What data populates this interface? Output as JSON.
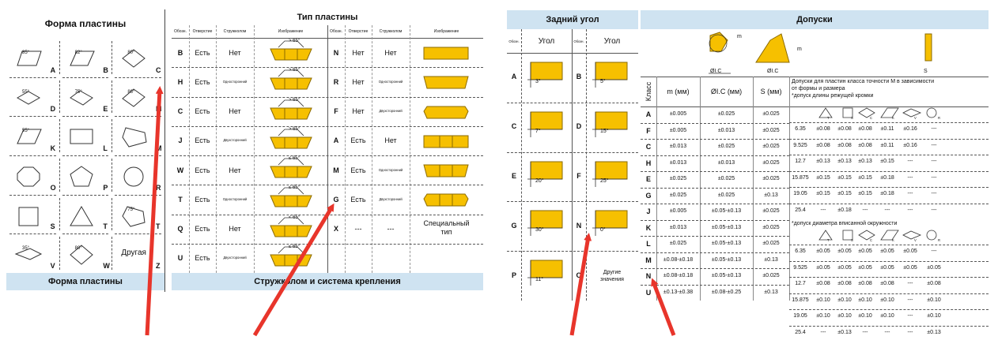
{
  "panel1": {
    "header": "Форма пластины",
    "footer": "Форма пластины",
    "codes": [
      "A",
      "B",
      "C",
      "D",
      "E",
      "M",
      "K",
      "L",
      "M",
      "O",
      "P",
      "R",
      "S",
      "T",
      "T",
      "V",
      "W",
      "Z"
    ],
    "angles": [
      "85°",
      "82°",
      "80°",
      "55°",
      "75°",
      "86°",
      "55°",
      "",
      "",
      "",
      "",
      "",
      "",
      "",
      "75°",
      "35°",
      "80°",
      ""
    ],
    "other": "Другая"
  },
  "panel2": {
    "header": "Тип пластины",
    "footer": "Стружколом и система крепления",
    "col_headers": [
      "Обозн.",
      "Отверстие",
      "Стружколом",
      "Изображение",
      "Обозн.",
      "Отверстие",
      "Стружколом",
      "Изображение"
    ],
    "rows": [
      {
        "code": "B",
        "hole": "Есть",
        "chip": "Нет",
        "ang": "> 65°",
        "code2": "N",
        "hole2": "Нет",
        "chip2": "Нет"
      },
      {
        "code": "H",
        "hole": "Есть",
        "chip": "Односторонний",
        "ang": "> 65°",
        "code2": "R",
        "hole2": "Нет",
        "chip2": "Односторонний"
      },
      {
        "code": "C",
        "hole": "Есть",
        "chip": "Нет",
        "ang": "> 65°",
        "code2": "F",
        "hole2": "Нет",
        "chip2": "Двухсторонний"
      },
      {
        "code": "J",
        "hole": "Есть",
        "chip": "Двухсторонний",
        "ang": "> 65°",
        "code2": "A",
        "hole2": "Есть",
        "chip2": "Нет"
      },
      {
        "code": "W",
        "hole": "Есть",
        "chip": "Нет",
        "ang": "≤ 65°",
        "code2": "M",
        "hole2": "Есть",
        "chip2": "Односторонний"
      },
      {
        "code": "T",
        "hole": "Есть",
        "chip": "Односторонний",
        "ang": "≤ 65°",
        "code2": "G",
        "hole2": "Есть",
        "chip2": "Двухсторонний"
      },
      {
        "code": "Q",
        "hole": "Есть",
        "chip": "Нет",
        "ang": "< 65°",
        "code2": "X",
        "hole2": "---",
        "chip2": "---"
      },
      {
        "code": "U",
        "hole": "Есть",
        "chip": "Двухсторонний",
        "ang": "≤ 65°",
        "code2": "",
        "hole2": "",
        "chip2": ""
      }
    ],
    "special": [
      "Специальный",
      "тип"
    ]
  },
  "panel3": {
    "header": "Задний угол",
    "col_headers": [
      "Обозн.",
      "Угол",
      "Обозн.",
      "Угол"
    ],
    "left": [
      {
        "code": "A",
        "ang": "3°"
      },
      {
        "code": "C",
        "ang": "7°"
      },
      {
        "code": "E",
        "ang": "20°"
      },
      {
        "code": "G",
        "ang": "30°"
      },
      {
        "code": "P",
        "ang": "11°"
      }
    ],
    "right": [
      {
        "code": "B",
        "ang": "5°"
      },
      {
        "code": "D",
        "ang": "15°"
      },
      {
        "code": "F",
        "ang": "25°"
      },
      {
        "code": "N",
        "ang": "0°"
      },
      {
        "code": "O",
        "ang": ""
      }
    ],
    "other": [
      "Другие",
      "значения"
    ]
  },
  "panel4": {
    "header": "Допуски",
    "fig_labels": [
      "m",
      "ØI.C",
      "m",
      "ØI.C",
      "S"
    ],
    "col_headers": [
      "Класс",
      "m (мм)",
      "ØI.C (мм)",
      "S (мм)"
    ],
    "note_lines": [
      "Допуски для пластин класса точности М в зависимости",
      "от формы и размера",
      "*допуск длины режущей кромки"
    ],
    "note2": "*допуск диаметра вписанной окружности",
    "sub_symbols": [
      "T",
      "S",
      "C",
      "K",
      "V",
      "R"
    ],
    "rows": [
      {
        "cls": "A",
        "m": "±0.005",
        "ic": "±0.025",
        "s": "±0.025"
      },
      {
        "cls": "F",
        "m": "±0.005",
        "ic": "±0.013",
        "s": "±0.025"
      },
      {
        "cls": "C",
        "m": "±0.013",
        "ic": "±0.025",
        "s": "±0.025"
      },
      {
        "cls": "H",
        "m": "±0.013",
        "ic": "±0.013",
        "s": "±0.025"
      },
      {
        "cls": "E",
        "m": "±0.025",
        "ic": "±0.025",
        "s": "±0.025"
      },
      {
        "cls": "G",
        "m": "±0.025",
        "ic": "±0.025",
        "s": "±0.13"
      },
      {
        "cls": "J",
        "m": "±0.005",
        "ic": "±0.05-±0.13",
        "s": "±0.025"
      },
      {
        "cls": "K",
        "m": "±0.013",
        "ic": "±0.05-±0.13",
        "s": "±0.025"
      },
      {
        "cls": "L",
        "m": "±0.025",
        "ic": "±0.05-±0.13",
        "s": "±0.025"
      },
      {
        "cls": "M",
        "m": "±0.08-±0.18",
        "ic": "±0.05-±0.13",
        "s": "±0.13"
      },
      {
        "cls": "N",
        "m": "±0.08-±0.18",
        "ic": "±0.05-±0.13",
        "s": "±0.025"
      },
      {
        "cls": "U",
        "m": "±0.13-±0.38",
        "ic": "±0.08-±0.25",
        "s": "±0.13"
      }
    ],
    "tol1": [
      [
        "6.35",
        "±0.08",
        "±0.08",
        "±0.08",
        "±0.11",
        "±0.16",
        "---"
      ],
      [
        "9.525",
        "±0.08",
        "±0.08",
        "±0.08",
        "±0.11",
        "±0.16",
        "---"
      ],
      [
        "12.7",
        "±0.13",
        "±0.13",
        "±0.13",
        "±0.15",
        "---",
        "---"
      ],
      [
        "15.875",
        "±0.15",
        "±0.15",
        "±0.15",
        "±0.18",
        "---",
        "---"
      ],
      [
        "19.05",
        "±0.15",
        "±0.15",
        "±0.15",
        "±0.18",
        "---",
        "---"
      ],
      [
        "25.4",
        "---",
        "±0.18",
        "---",
        "---",
        "---",
        "---"
      ]
    ],
    "tol2": [
      [
        "6.35",
        "±0.05",
        "±0.05",
        "±0.05",
        "±0.05",
        "±0.05",
        "---"
      ],
      [
        "9.525",
        "±0.05",
        "±0.05",
        "±0.05",
        "±0.05",
        "±0.05",
        "±0.05"
      ],
      [
        "12.7",
        "±0.08",
        "±0.08",
        "±0.08",
        "±0.08",
        "---",
        "±0.08"
      ],
      [
        "15.875",
        "±0.10",
        "±0.10",
        "±0.10",
        "±0.10",
        "---",
        "±0.10"
      ],
      [
        "19.05",
        "±0.10",
        "±0.10",
        "±0.10",
        "±0.10",
        "---",
        "±0.10"
      ],
      [
        "25.4",
        "---",
        "±0.13",
        "---",
        "---",
        "---",
        "±0.13"
      ]
    ]
  },
  "colors": {
    "header_bg": "#cfe3f1",
    "insert_fill": "#f6c000",
    "insert_stroke": "#8a6a00",
    "arrow": "#e8352b"
  }
}
